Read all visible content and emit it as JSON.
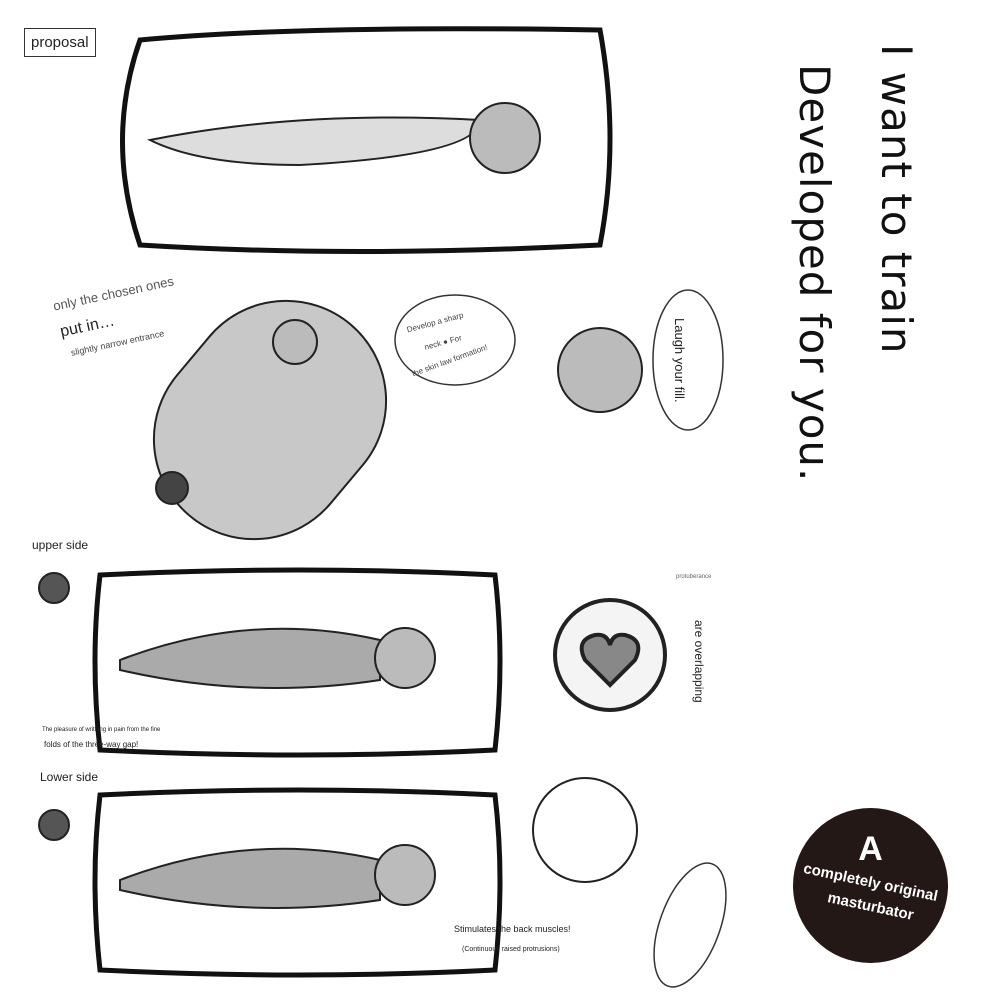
{
  "label_proposal": "proposal",
  "title": {
    "line1": "I want to train",
    "line2": "Developed for you."
  },
  "notes": {
    "chosen": "only the chosen ones",
    "put_in": "put in…",
    "narrow": "slightly narrow entrance",
    "neck_1": "Develop a sharp",
    "neck_2": "neck ● For",
    "neck_3": "the skin law formation!",
    "laugh": "Laugh your fill.",
    "upper_side": "upper side",
    "lower_side": "Lower side",
    "pleasure_1": "The pleasure of writhing in pain from the fine",
    "pleasure_2": "folds of the three-way gap!",
    "protuberance": "protuberance",
    "overlapping": "are overlapping",
    "stimulates": "Stimulates the back muscles!",
    "continuous": "(Continuous raised protrusions)"
  },
  "badge": {
    "letter": "A",
    "line1": "completely original",
    "line2": "masturbator"
  }
}
